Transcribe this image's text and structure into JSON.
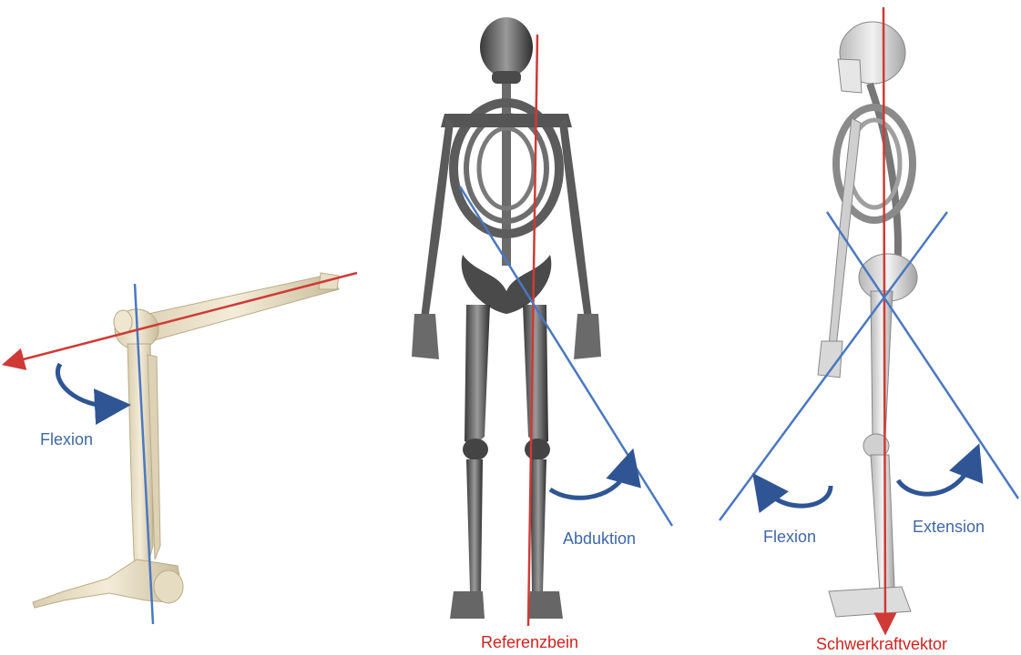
{
  "colors": {
    "reference_line": "#cf3a36",
    "axis_line": "#4a78c0",
    "arrow": "#2f5595",
    "label_blue": "#3f67a6",
    "label_red": "#d0231f",
    "bone_light": "#efe6cf",
    "bone_gray": "#5a5a5a"
  },
  "panels": [
    {
      "id": "knee-side",
      "motion_label": "Flexion"
    },
    {
      "id": "skeleton-back",
      "motion_label": "Abduktion",
      "reference_label": "Referenzbein"
    },
    {
      "id": "skeleton-side",
      "flexion_label": "Flexion",
      "extension_label": "Extension",
      "gravity_label": "Schwerkraftvektor"
    }
  ]
}
